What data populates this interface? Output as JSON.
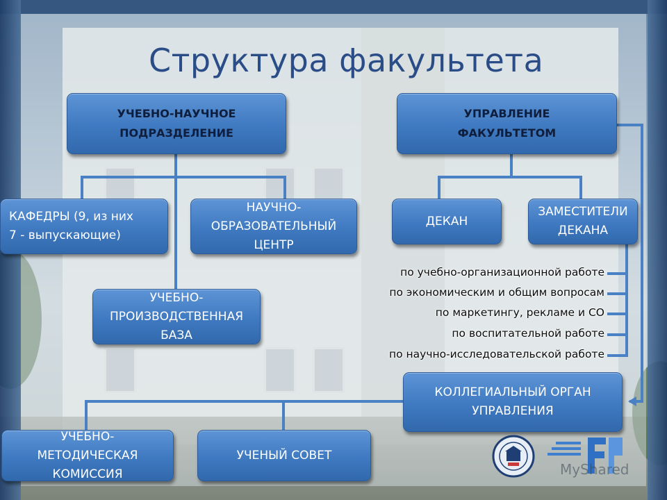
{
  "title": "Структура факультета",
  "boxes": {
    "academic_research_division": "УЧЕБНО-НАУЧНОЕ\nПОДРАЗДЕЛЕНИЕ",
    "faculty_management": "УПРАВЛЕНИЕ\nФАКУЛЬТЕТОМ",
    "departments": "КАФЕДРЫ (9, из них\n7 - выпускающие)",
    "research_education_center": "НАУЧНО-\nОБРАЗОВАТЕЛЬНЫЙ\nЦЕНТР",
    "dean": "ДЕКАН",
    "deputy_deans": "ЗАМЕСТИТЕЛИ\nДЕКАНА",
    "production_base": "УЧЕБНО-\nПРОИЗВОДСТВЕННАЯ\nБАЗА",
    "collegial_body": "КОЛЛЕГИАЛЬНЫЙ ОРГАН\nУПРАВЛЕНИЯ",
    "methodical_commission": "УЧЕБНО-\nМЕТОДИЧЕСКАЯ\nКОМИССИЯ",
    "academic_council": "УЧЕНЫЙ СОВЕТ"
  },
  "deputy_areas": [
    "по учебно-организационной работе",
    "по экономическим и общим вопросам",
    "по маркетингу, рекламе и СО",
    "по воспитательной работе",
    "по научно-исследовательской работе"
  ],
  "watermark": "MyShared",
  "colors": {
    "title": "#2a4d88",
    "box_top": "#5d94d6",
    "box_bottom": "#3269ad",
    "connector": "#4a80c4"
  }
}
